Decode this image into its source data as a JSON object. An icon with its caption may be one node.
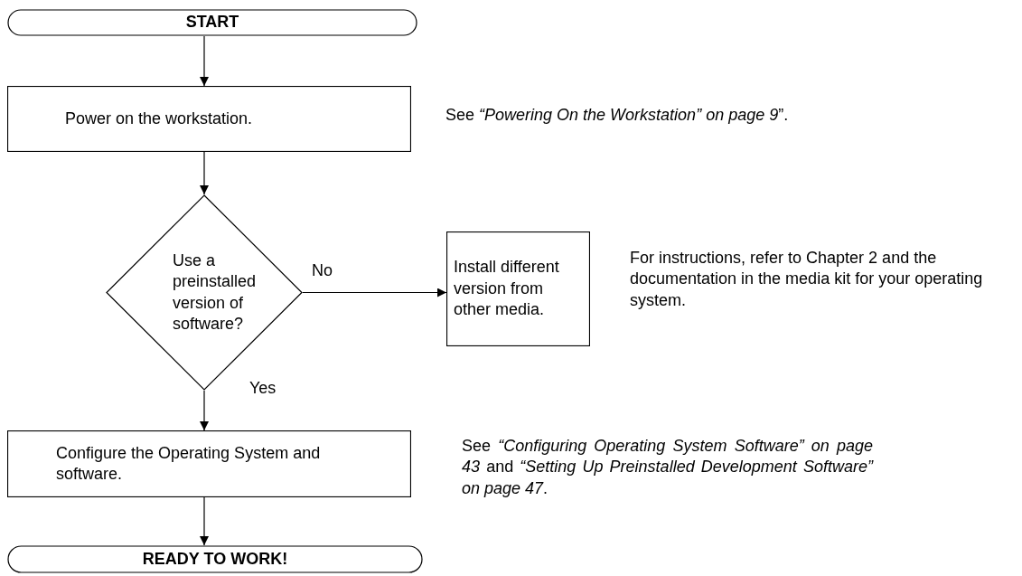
{
  "diagram": {
    "nodes": [
      {
        "text": [
          "START"
        ]
      },
      {
        "text": [
          "Power on the workstation."
        ],
        "beside": [
          "See *“Powering On the Workstation” on page 9*”."
        ]
      },
      {
        "text": [
          "Use a preinstalled version of software?"
        ]
      },
      {
        "text": [
          "Install different version from other media."
        ],
        "beside": [
          "For instructions, refer to Chapter 2 and the documentation in the media kit for your operating system."
        ]
      },
      {
        "text": [
          "Configure the Operating System and software."
        ],
        "beside": [
          "See *“Configuring Operating System Software” on page 43* and *“Setting Up Preinstalled Development Software” on page 47*."
        ]
      },
      {
        "text": [
          "READY TO WORK!"
        ]
      }
    ],
    "edges": [
      {
        "from": 0,
        "to": 1,
        "arrow": "to"
      },
      {
        "from": 1,
        "to": 2,
        "arrow": "to"
      },
      {
        "from": 2,
        "to": 3,
        "arrow": "to",
        "label": "No"
      },
      {
        "from": 2,
        "to": 4,
        "arrow": "to",
        "label": "Yes"
      },
      {
        "from": 4,
        "to": 5,
        "arrow": "to"
      }
    ]
  }
}
